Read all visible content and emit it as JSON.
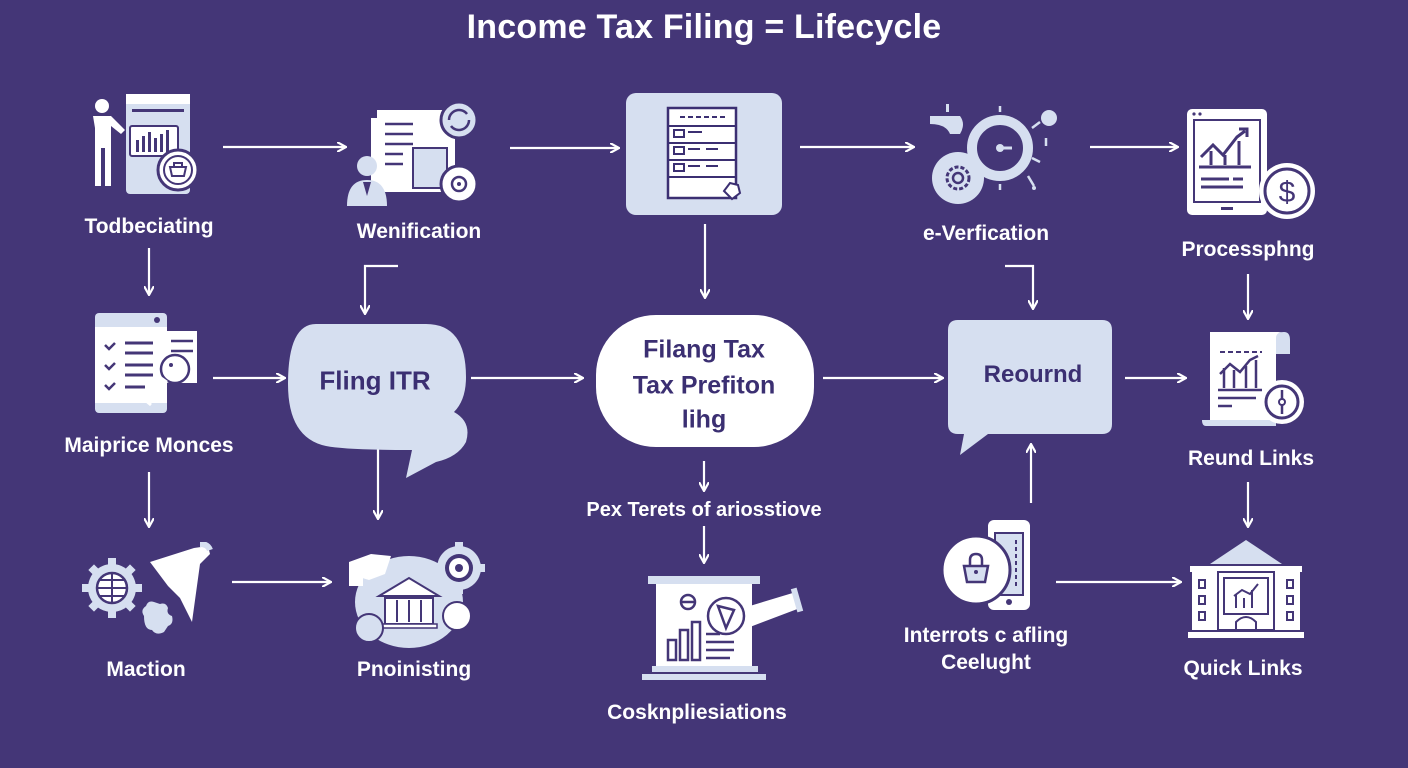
{
  "title": "Income Tax Filing = Lifecycle",
  "colors": {
    "background": "#443677",
    "foreground": "#ffffff",
    "node_fill": "#d6dff0",
    "node_text": "#3b2f72"
  },
  "nodes": {
    "row1": [
      {
        "id": "todbeciating",
        "label": "Todbeciating",
        "icon": "presenter-chart-basket-icon"
      },
      {
        "id": "wenification",
        "label": "Wenification",
        "icon": "document-person-icon"
      },
      {
        "id": "form",
        "label": "",
        "icon": "form-document-icon"
      },
      {
        "id": "e-verification",
        "label": "e-Verfication",
        "icon": "gear-circle-icon"
      },
      {
        "id": "processing",
        "label": "Processphng",
        "icon": "tablet-chart-dollar-icon"
      }
    ],
    "row2": [
      {
        "id": "maiprice-monces",
        "label": "Maiprice Monces",
        "icon": "checklist-magnifier-icon"
      },
      {
        "id": "fling-itr",
        "label": "Fling ITR",
        "shape": "speech-bubble"
      },
      {
        "id": "filing-tax",
        "label_lines": [
          "Filang Tax",
          "Tax Prefiton",
          "lihg"
        ],
        "shape": "rounded-pill"
      },
      {
        "id": "reournd",
        "label": "Reournd",
        "shape": "speech-box"
      },
      {
        "id": "reund-links",
        "label": "Reund Links",
        "icon": "receipt-clock-icon"
      }
    ],
    "row3": [
      {
        "id": "maction",
        "label": "Maction",
        "icon": "globe-gear-plane-icon"
      },
      {
        "id": "pnoinisting",
        "label": "Pnoinisting",
        "icon": "bank-gear-icon"
      },
      {
        "id": "cosknpliesiations",
        "label": "Cosknpliesiations",
        "icon": "presentation-board-icon"
      },
      {
        "id": "interrots",
        "label_lines": [
          "Interrots c afling",
          "Ceelught"
        ],
        "icon": "phone-lock-icon"
      },
      {
        "id": "quick-links",
        "label": "Quick Links",
        "icon": "building-chart-icon"
      }
    ],
    "mid_caption": "Pex Terets of  ariosstiove"
  }
}
